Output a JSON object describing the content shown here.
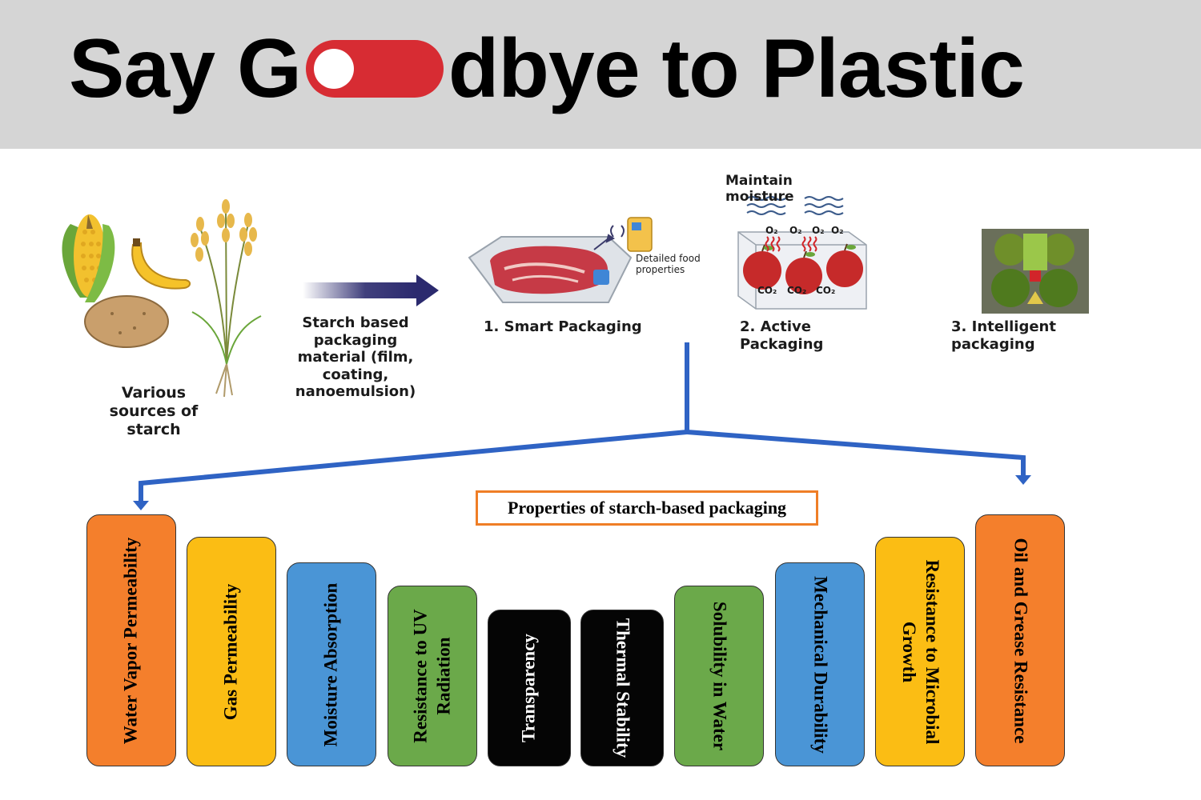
{
  "header": {
    "title_left": "Say G",
    "title_right": "dbye to Plastic"
  },
  "sources": {
    "label": "Various sources of starch"
  },
  "process": {
    "label": "Starch based packaging material (film, coating, nanoemulsion)"
  },
  "packaging_types": [
    {
      "label": "1.  Smart Packaging",
      "annotation": "Detailed food properties"
    },
    {
      "label": "2. Active Packaging",
      "annotation": "Maintain moisture",
      "gases_top": [
        "O₂",
        "O₂",
        "O₂",
        "O₂"
      ],
      "gases_bottom": [
        "CO₂",
        "CO₂",
        "CO₂"
      ]
    },
    {
      "label": "3. Intelligent packaging"
    }
  ],
  "properties": {
    "title": "Properties of starch-based packaging",
    "items": [
      {
        "label": "Water Vapor Permeability",
        "color": "#f47f2c"
      },
      {
        "label": "Gas Permeability",
        "color": "#fbbd14"
      },
      {
        "label": "Moisture Absorption",
        "color": "#4a95d6"
      },
      {
        "label": "Resistance to UV Radiation",
        "color": "#6ba94a"
      },
      {
        "label": "Transparency",
        "color": "#050505"
      },
      {
        "label": "Thermal Stability",
        "color": "#050505"
      },
      {
        "label": "Solubility in Water",
        "color": "#6ba94a"
      },
      {
        "label": "Mechanical Durability",
        "color": "#4a95d6"
      },
      {
        "label": "Resistance to Microbial Growth",
        "color": "#fbbd14"
      },
      {
        "label": "Oil and Grease Resistance",
        "color": "#f47f2c"
      }
    ]
  },
  "colors": {
    "connector": "#2f63c4",
    "header_bg": "#d5d5d5",
    "toggle": "#d72c33"
  }
}
